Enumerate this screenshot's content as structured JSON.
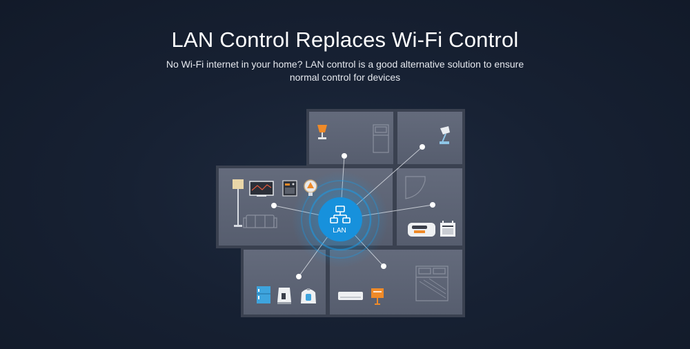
{
  "heading": {
    "title": "LAN Control Replaces Wi-Fi Control",
    "subtitle_line1": "No Wi-Fi internet in your home? LAN control is a good alternative solution to ensure",
    "subtitle_line2": "normal control for devices"
  },
  "hub": {
    "label": "LAN",
    "icon": "network-topology-icon"
  },
  "colors": {
    "background": "#151e2e",
    "room_fill": "#5d6475",
    "wall": "#3b4252",
    "hub_blue": "#1b9be6",
    "orange": "#ef8a28"
  },
  "devices": [
    "floor-lamp-icon",
    "tv-icon",
    "oven-icon",
    "fan-heater-icon",
    "sofa-icon",
    "table-lamp-icon",
    "bed-icon",
    "desk-lamp-icon",
    "bathtub-icon",
    "robot-vacuum-icon",
    "microwave-icon",
    "fridge-icon",
    "kettle-icon",
    "rice-cooker-icon",
    "air-conditioner-icon",
    "smart-plug-icon",
    "double-bed-icon"
  ]
}
